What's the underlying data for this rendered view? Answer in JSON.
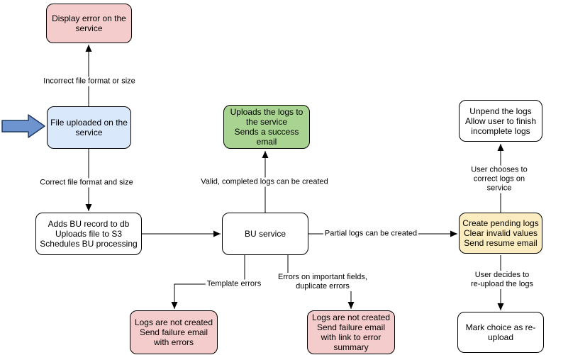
{
  "diagram": {
    "colors": {
      "connector": "#000000",
      "node_border": "#000000",
      "pink": "#f4cccc",
      "green": "#a8d390",
      "light_blue": "#dae8fc",
      "yellow": "#fcedc0",
      "white": "#ffffff",
      "entry_arrow_fill": "#6d94ce",
      "entry_arrow_stroke": "#1f3864"
    },
    "nodes": [
      {
        "id": "display-error",
        "label": "Display error on the\nservice",
        "fill": "#f4cccc"
      },
      {
        "id": "file-uploaded",
        "label": "File uploaded on the\nservice",
        "fill": "#dae8fc"
      },
      {
        "id": "adds-bu-record",
        "label": "Adds BU record to db\nUploads file to S3\nSchedules BU processing",
        "fill": "#ffffff"
      },
      {
        "id": "bu-service",
        "label": "BU service",
        "fill": "#ffffff"
      },
      {
        "id": "uploads-logs-success",
        "label": "Uploads the logs to\nthe service\nSends a success\nemail",
        "fill": "#a8d390"
      },
      {
        "id": "unpend-logs",
        "label": "Unpend the logs\nAllow user to finish\nincomplete logs",
        "fill": "#ffffff"
      },
      {
        "id": "create-pending-logs",
        "label": "Create pending logs\nClear invalid values\nSend resume email",
        "fill": "#fcedc0"
      },
      {
        "id": "logs-not-created-errors",
        "label": "Logs are not created\nSend failure email\nwith errors",
        "fill": "#f4cccc"
      },
      {
        "id": "logs-not-created-summary",
        "label": "Logs are not created\nSend failure email\nwith link to error\nsummary",
        "fill": "#f4cccc"
      },
      {
        "id": "mark-reupload",
        "label": "Mark choice as re-\nupload",
        "fill": "#ffffff"
      }
    ],
    "edge_labels": [
      {
        "id": "incorrect-format",
        "text": "Incorrect file format or size"
      },
      {
        "id": "correct-format",
        "text": "Correct file format and size"
      },
      {
        "id": "valid-complete",
        "text": "Valid, completed logs can be created"
      },
      {
        "id": "partial-logs",
        "text": "Partial logs can be created"
      },
      {
        "id": "template-errors",
        "text": "Template errors"
      },
      {
        "id": "important-errors",
        "text": "Errors on important fields,\nduplicate errors"
      },
      {
        "id": "user-chooses",
        "text": "User chooses to correct logs on service"
      },
      {
        "id": "user-decides",
        "text": "User decides to re-upload the logs"
      }
    ]
  }
}
